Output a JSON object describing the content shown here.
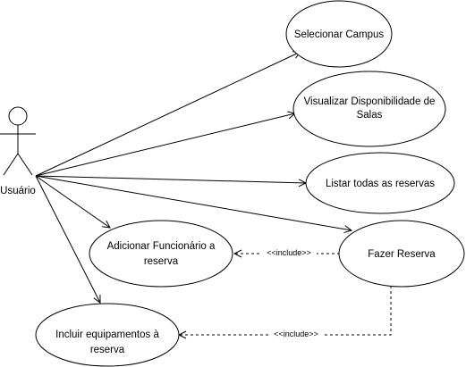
{
  "actor": {
    "label": "Usuário"
  },
  "use_cases": {
    "selecionar_campus": {
      "line1": "Selecionar Campus"
    },
    "visualizar": {
      "line1": "Visualizar Disponibilidade de",
      "line2": "Salas"
    },
    "listar": {
      "line1": "Listar todas as reservas"
    },
    "fazer_reserva": {
      "line1": "Fazer Reserva"
    },
    "adicionar_funcionario": {
      "line1": "Adicionar Funcionário a",
      "line2": "reserva"
    },
    "incluir_equipamentos": {
      "line1": "Incluir equipamentos à",
      "line2": "reserva"
    }
  },
  "relations": {
    "include_funcionario": "<<include>>",
    "include_equipamentos": "<<include>>"
  }
}
